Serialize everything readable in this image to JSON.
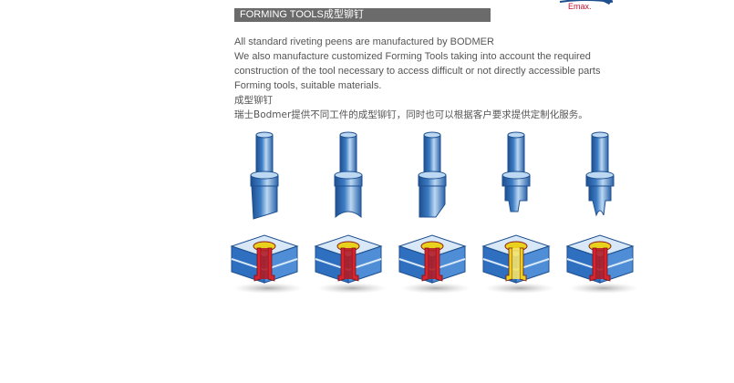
{
  "logo": {
    "text": "Emax."
  },
  "section": {
    "title": "FORMING TOOLS成型铆钉"
  },
  "description": {
    "lines": [
      "All standard riveting peens are manufactured by BODMER",
      "We also manufacture customized Forming Tools taking into account the required",
      "construction of the tool necessary to access difficult or not directly accessible parts",
      "Forming tools, suitable materials.",
      "成型铆钉",
      "瑞士Bodmer提供不同工件的成型铆钉，同时也可以根据客户要求提供定制化服务。"
    ]
  },
  "illustration": {
    "tools": [
      {
        "icon": "forming-punch-icon",
        "rivet_fill": "#d42530"
      },
      {
        "icon": "forming-punch-icon",
        "rivet_fill": "#d42530"
      },
      {
        "icon": "forming-punch-icon",
        "rivet_fill": "#d42530"
      },
      {
        "icon": "forming-punch-icon",
        "rivet_fill": "#e9d21e"
      },
      {
        "icon": "forming-punch-icon",
        "rivet_fill": "#d42530"
      }
    ],
    "colors": {
      "steel": "#3c7cc4",
      "steel_dark": "#1e4f8f",
      "steel_light": "#bcd8f2",
      "block_blue": "#2f6fbf",
      "block_light": "#d8e8f6"
    }
  }
}
